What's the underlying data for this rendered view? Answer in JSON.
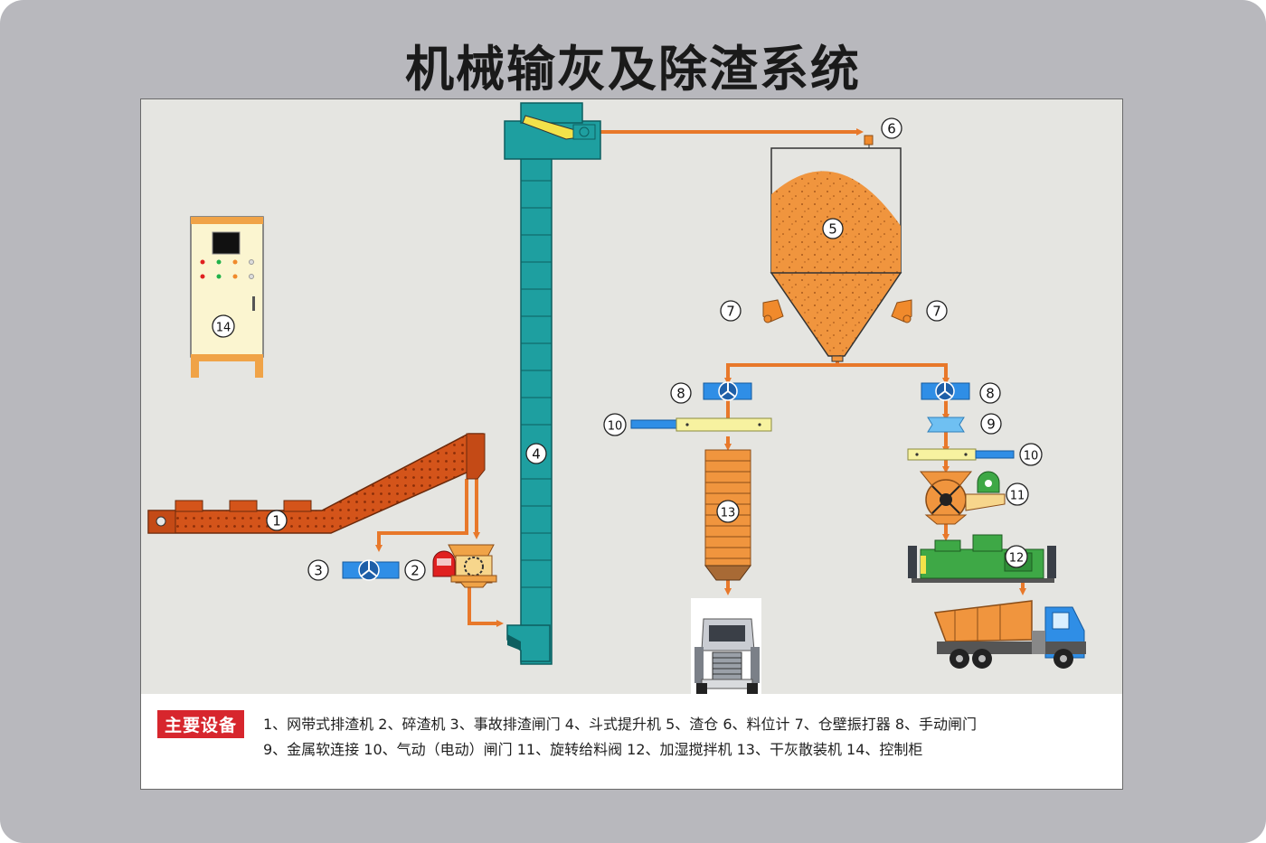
{
  "title": "机械输灰及除渣系统",
  "labels": {
    "n1": "1",
    "n2": "2",
    "n3": "3",
    "n4": "4",
    "n5": "5",
    "n6": "6",
    "n7": "7",
    "n8": "8",
    "n9": "9",
    "n10": "10",
    "n11": "11",
    "n12": "12",
    "n13": "13",
    "n14": "14"
  },
  "legend": {
    "title": "主要设备",
    "line1": "1、网带式排渣机  2、碎渣机  3、事故排渣闸门  4、斗式提升机  5、渣仓  6、料位计  7、仓壁振打器  8、手动闸门",
    "line2": "9、金属软连接  10、气动（电动）闸门  11、旋转给料阀  12、加湿搅拌机  13、干灰散装机  14、控制柜"
  },
  "colors": {
    "frame": "#b8b8bd",
    "panel": "#e5e5e1",
    "flow_arrow": "#e8782a",
    "elevator": "#1e9fa0",
    "silo": "#f0953e",
    "valve": "#2f8ee6",
    "conveyor": "#d4541a",
    "mixer": "#3ea846",
    "legend_badge": "#d7262d"
  }
}
